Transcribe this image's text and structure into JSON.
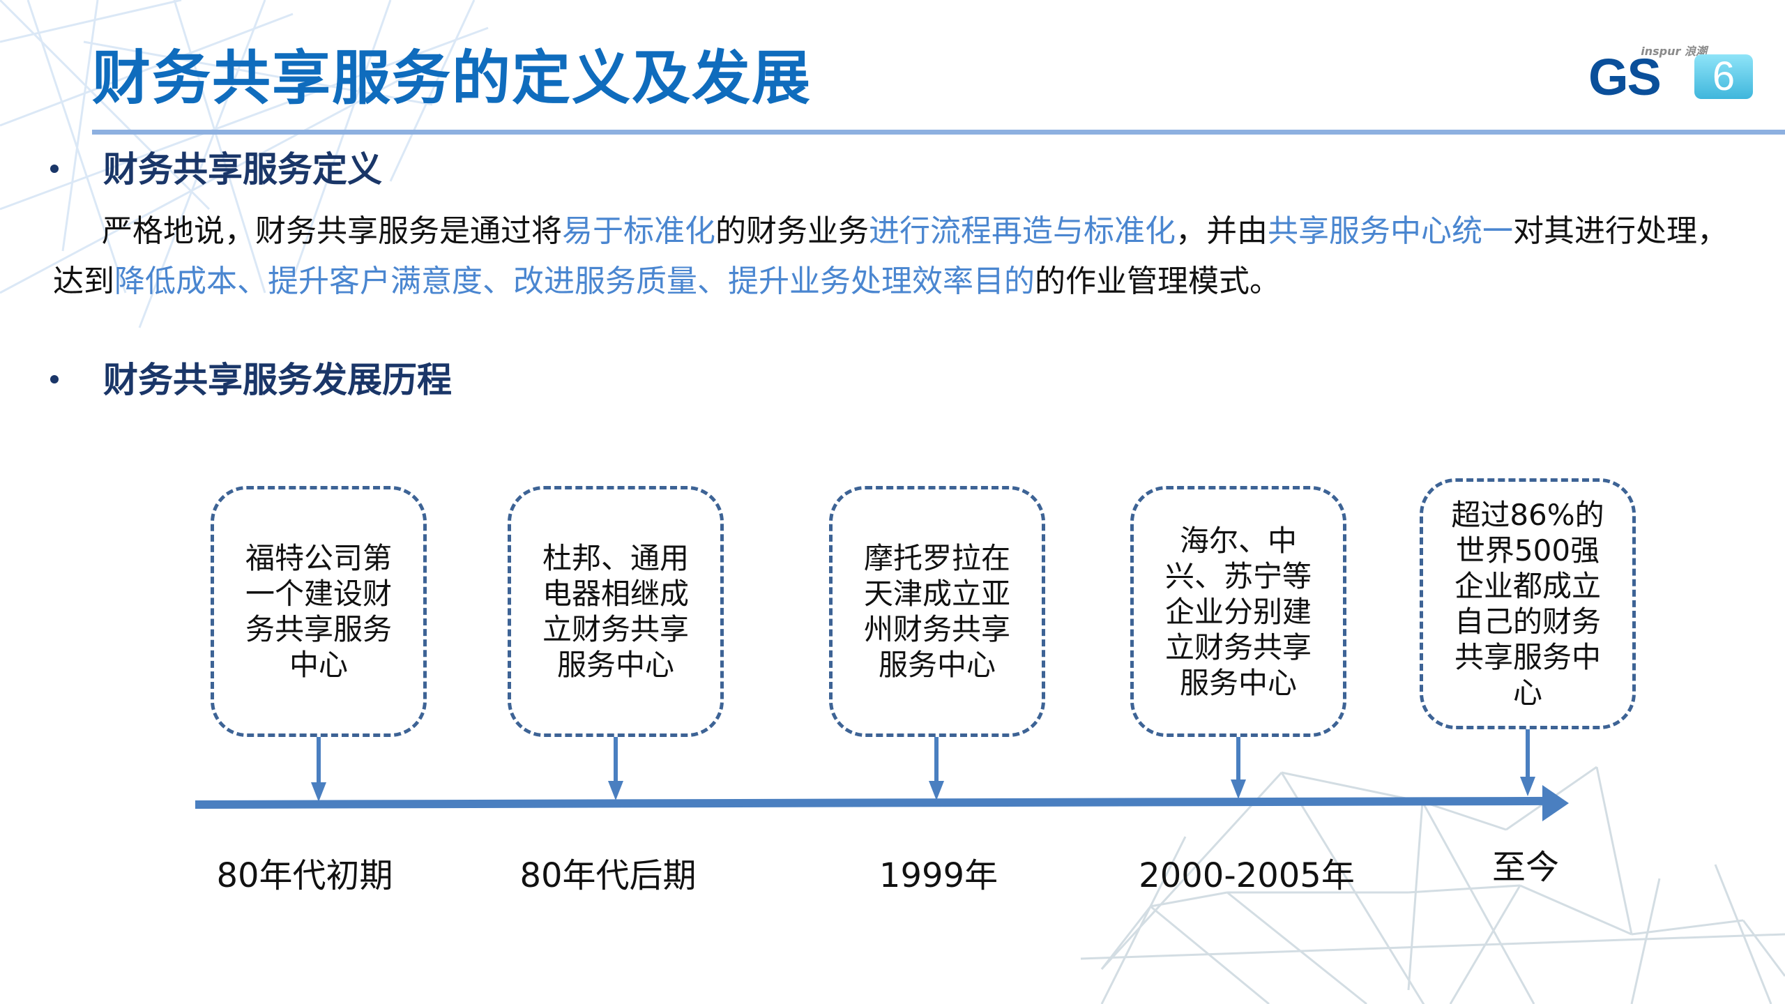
{
  "title": "财务共享服务的定义及发展",
  "logo": {
    "brand": "inspur 浪潮",
    "product": "GS",
    "version": "6"
  },
  "colors": {
    "title": "#0f6cbd",
    "heading": "#1a3668",
    "highlight": "#4a86d0",
    "timeline": "#4a7fc0",
    "box_border": "#3d6395",
    "divider": "#8db0e0"
  },
  "section1": {
    "heading": "财务共享服务定义",
    "paragraph": [
      {
        "text": "严格地说，财务共享服务是通过将",
        "hl": false
      },
      {
        "text": "易于标准化",
        "hl": true
      },
      {
        "text": "的财务业务",
        "hl": false
      },
      {
        "text": "进行流程再造与标准化",
        "hl": true
      },
      {
        "text": "，并由",
        "hl": false
      },
      {
        "text": "共享服务中心统一",
        "hl": true
      },
      {
        "text": "对其进行处理，达到",
        "hl": false
      },
      {
        "text": "降低成本、提升客户满意度、改进服务质量、提升业务处理效率目的",
        "hl": true
      },
      {
        "text": "的作业管理模式。",
        "hl": false
      }
    ]
  },
  "section2": {
    "heading": "财务共享服务发展历程",
    "timeline": [
      {
        "period": "80年代初期",
        "event": "福特公司第一个建设财务共享服务中心"
      },
      {
        "period": "80年代后期",
        "event": "杜邦、通用电器相继成立财务共享服务中心"
      },
      {
        "period": "1999年",
        "event": "摩托罗拉在天津成立亚州财务共享服务中心"
      },
      {
        "period": "2000-2005年",
        "event": "海尔、中兴、苏宁等企业分别建立财务共享服务中心"
      },
      {
        "period": "至今",
        "event": "超过86%的世界500强企业都成立自己的财务共享服务中心"
      }
    ]
  }
}
